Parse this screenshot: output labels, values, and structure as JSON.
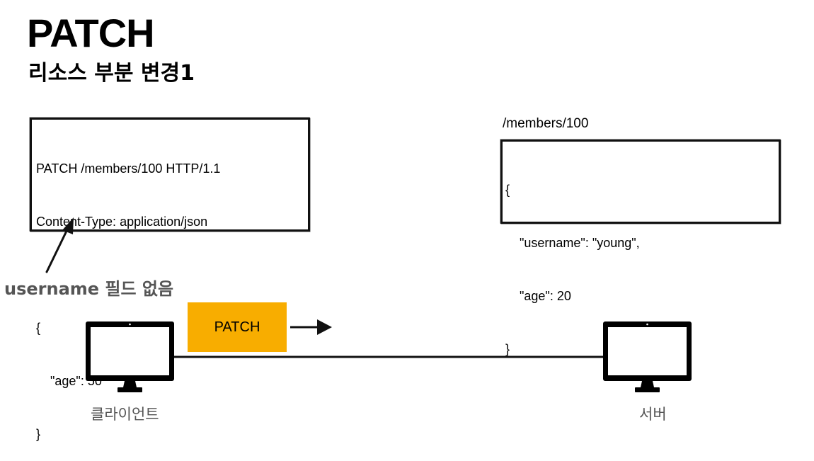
{
  "title": "PATCH",
  "subtitle": "리소스 부분 변경1",
  "request": {
    "lines": [
      "PATCH /members/100 HTTP/1.1",
      "Content-Type: application/json",
      "",
      "{",
      "    \"age\": 50",
      "}"
    ]
  },
  "annotation": "username 필드 없음",
  "resource": {
    "path": "/members/100",
    "lines": [
      "{",
      "    \"username\": \"young\",",
      "    \"age\": 20",
      "}"
    ]
  },
  "method_badge": {
    "label": "PATCH",
    "color": "#f8ad00"
  },
  "client": {
    "label": "클라이언트",
    "icon": "monitor-icon"
  },
  "server": {
    "label": "서버",
    "icon": "monitor-icon"
  }
}
